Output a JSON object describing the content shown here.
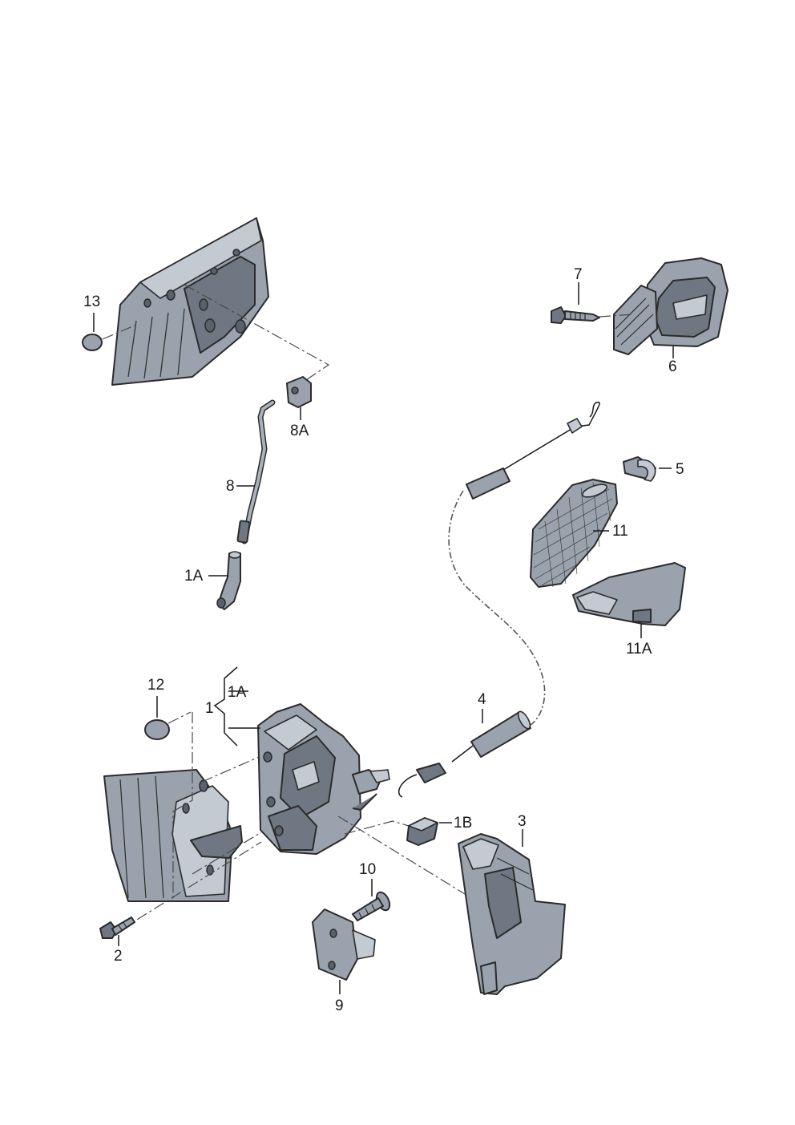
{
  "callouts": {
    "c13": "13",
    "c7": "7",
    "c6": "6",
    "c8A": "8A",
    "c8": "8",
    "c5": "5",
    "c11": "11",
    "c1A_top": "1A",
    "c11A": "11A",
    "c12": "12",
    "c1": "1",
    "c1A_bracket": "1A",
    "c4": "4",
    "c1B": "1B",
    "c3": "3",
    "c10": "10",
    "c2": "2",
    "c9": "9"
  }
}
